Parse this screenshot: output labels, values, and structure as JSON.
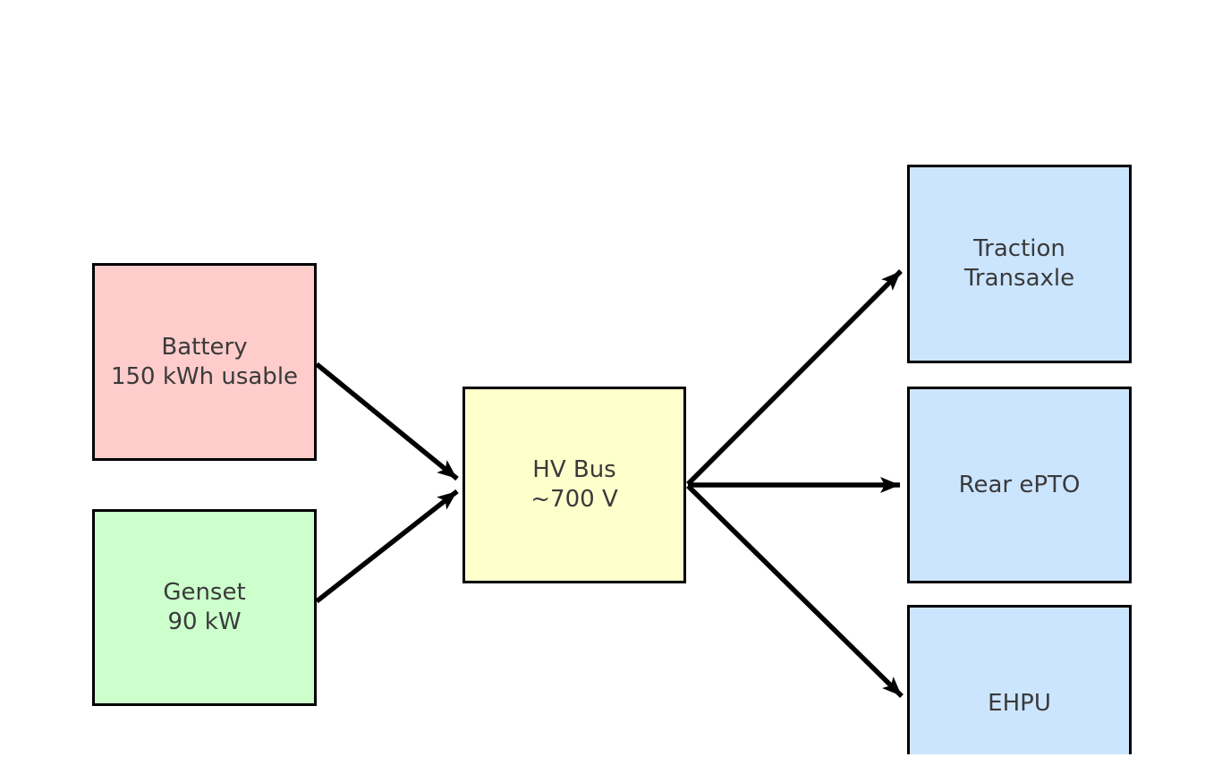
{
  "diagram": {
    "type": "flowchart",
    "background": "#ffffff",
    "box_border_color": "#000000",
    "text_color": "#3a3a3a",
    "arrow_color": "#000000",
    "nodes": [
      {
        "id": "battery",
        "lines": [
          "Battery",
          "150 kWh usable"
        ],
        "fill": "#ffcccc"
      },
      {
        "id": "genset",
        "lines": [
          "Genset",
          "90 kW"
        ],
        "fill": "#ccffcc"
      },
      {
        "id": "hv-bus",
        "lines": [
          "HV Bus",
          "~700 V"
        ],
        "fill": "#ffffcc"
      },
      {
        "id": "traction-transaxle",
        "lines": [
          "Traction",
          "Transaxle"
        ],
        "fill": "#cce5ff"
      },
      {
        "id": "rear-epto",
        "lines": [
          "Rear ePTO"
        ],
        "fill": "#cce5ff"
      },
      {
        "id": "ehpu",
        "lines": [
          "EHPU"
        ],
        "fill": "#cce5ff"
      }
    ],
    "edges": [
      {
        "from": "battery",
        "to": "hv-bus"
      },
      {
        "from": "genset",
        "to": "hv-bus"
      },
      {
        "from": "hv-bus",
        "to": "traction-transaxle"
      },
      {
        "from": "hv-bus",
        "to": "rear-epto"
      },
      {
        "from": "hv-bus",
        "to": "ehpu"
      }
    ]
  }
}
